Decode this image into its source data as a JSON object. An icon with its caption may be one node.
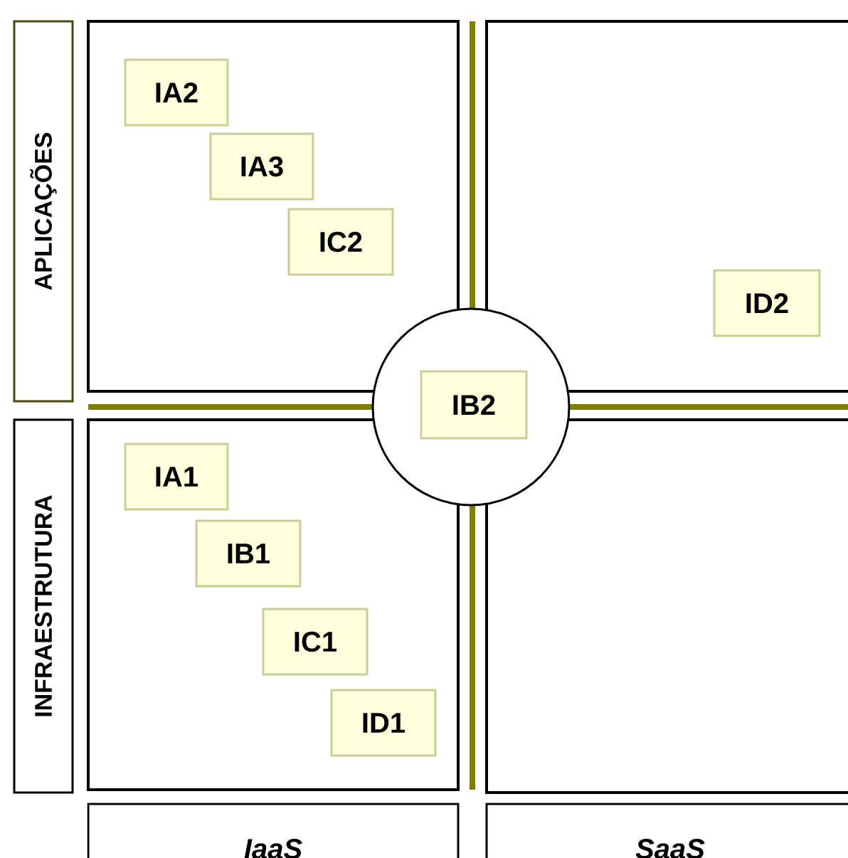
{
  "diagram": {
    "nodes": [
      {
        "text": [
          "APLICAÇÕES"
        ]
      },
      {
        "text": [],
        "shape": "box"
      },
      {
        "text": [
          "IA2"
        ],
        "in": 1
      },
      {
        "text": [
          "IA3"
        ],
        "in": 1
      },
      {
        "text": [
          "IC2"
        ],
        "in": 1
      },
      {
        "text": [],
        "shape": "box"
      },
      {
        "text": [
          "ID2"
        ],
        "in": 5
      },
      {
        "text": [],
        "shape": "circle"
      },
      {
        "text": [
          "IB2"
        ],
        "in": 7
      },
      {
        "text": [
          "INFRAESTRUTURA"
        ]
      },
      {
        "text": [],
        "shape": "box"
      },
      {
        "text": [
          "IA1"
        ],
        "in": 10
      },
      {
        "text": [
          "IB1"
        ],
        "in": 10
      },
      {
        "text": [
          "IC1"
        ],
        "in": 10
      },
      {
        "text": [
          "ID1"
        ],
        "in": 10
      },
      {
        "text": [],
        "shape": "box"
      },
      {
        "text": [
          "IaaS"
        ]
      },
      {
        "text": [
          "SaaS"
        ]
      }
    ]
  }
}
